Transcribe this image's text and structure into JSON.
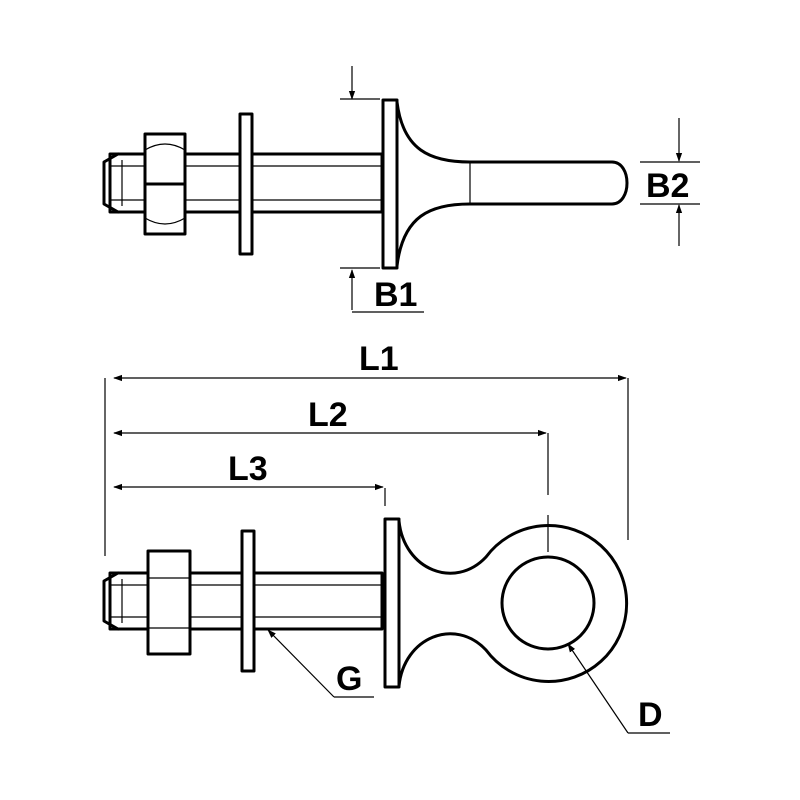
{
  "labels": {
    "b1": "B1",
    "b2": "B2",
    "l1": "L1",
    "l2": "L2",
    "l3": "L3",
    "g": "G",
    "d": "D"
  }
}
